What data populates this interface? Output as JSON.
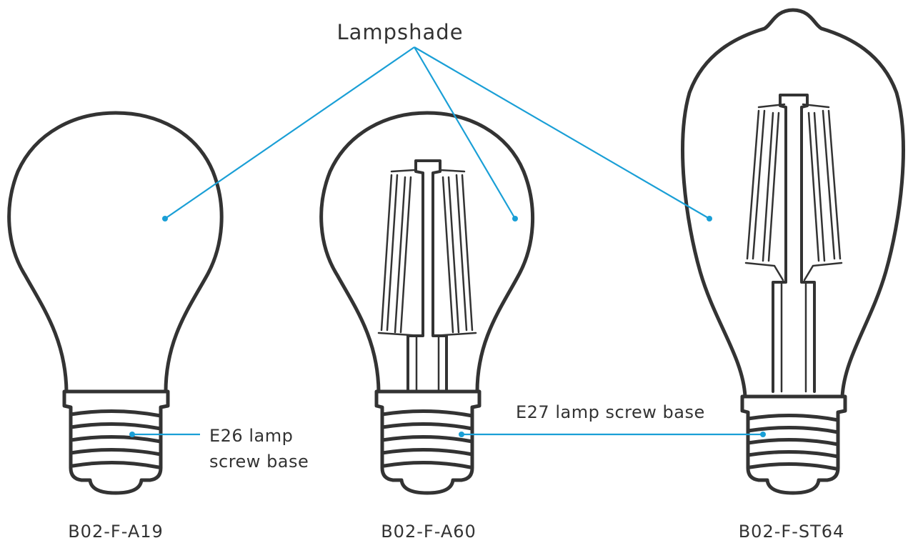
{
  "labels": {
    "lampshade": "Lampshade",
    "e26_line1": "E26 lamp",
    "e26_line2": "screw base",
    "e27": "E27 lamp screw base"
  },
  "bulbs": [
    {
      "model": "B02-F-A19",
      "base": "E26"
    },
    {
      "model": "B02-F-A60",
      "base": "E27"
    },
    {
      "model": "B02-F-ST64",
      "base": "E27"
    }
  ],
  "colors": {
    "leader": "#1a9fd6",
    "outline": "#333333",
    "text": "#333333"
  }
}
